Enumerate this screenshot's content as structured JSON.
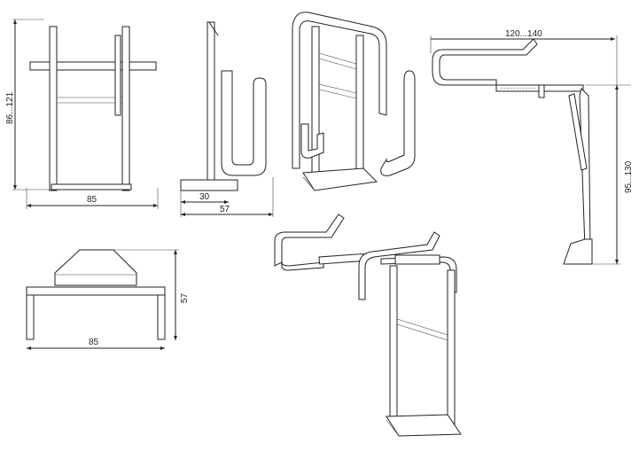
{
  "drawing": {
    "front_view": {
      "height_dim": "86...121",
      "width_dim": "85"
    },
    "side_view": {
      "depth_dim_small": "30",
      "depth_dim_large": "57"
    },
    "top_view": {
      "depth_dim": "57",
      "width_dim": "85"
    },
    "side_extended_view": {
      "reach_dim": "120...140",
      "height_dim": "95...130"
    }
  },
  "colors": {
    "line": "#222222",
    "background": "#ffffff"
  }
}
